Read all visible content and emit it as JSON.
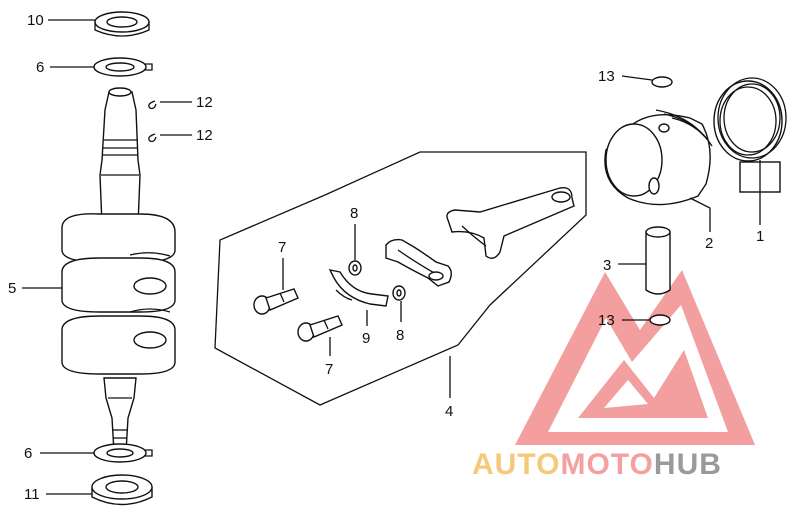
{
  "diagram": {
    "callouts": {
      "c10": "10",
      "c6_top": "6",
      "c12_a": "12",
      "c12_b": "12",
      "c5": "5",
      "c6_bottom": "6",
      "c11": "11",
      "c13_top": "13",
      "c1": "1",
      "c2": "2",
      "c3": "3",
      "c13_bottom": "13",
      "c8_top": "8",
      "c7_top": "7",
      "c9": "9",
      "c8_bottom": "8",
      "c7_bottom": "7",
      "c4": "4"
    }
  },
  "watermark": {
    "brand_part1": "AUTO",
    "brand_part2": "MOTO",
    "brand_part3": "HUB",
    "colors": {
      "part1": "#f5c87a",
      "part2": "#f4a0a0",
      "part3": "#9a9a9a",
      "triangle": "#f08080"
    }
  }
}
